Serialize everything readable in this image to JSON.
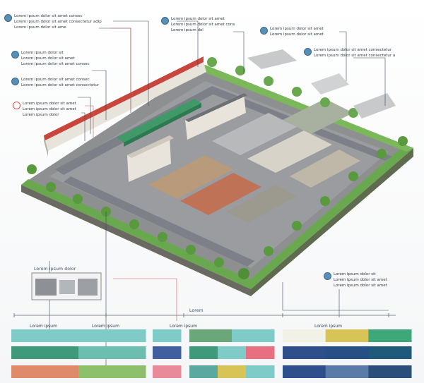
{
  "colors": {
    "ground": "#8e8f90",
    "grass": "#6aa84f",
    "roof_red": "#c8463c",
    "roof_green": "#3f9a68",
    "building_wall": "#e8e4dc",
    "road": "#7d8088",
    "accent_blue": "#5a8fb5"
  },
  "callouts": [
    {
      "id": "c1",
      "icon": "camera-icon",
      "lines": [
        "Lorem ipsum dolor sit amet consec",
        "Lorem ipsum dolor sit amet consectetur adip",
        "Lorem ipsum dolor sit ame"
      ]
    },
    {
      "id": "c2",
      "icon": "info-icon",
      "lines": [
        "Lorem ipsum dolor sit",
        "Lorem ipsum dolor sit amet",
        "Lorem ipsum dolor sit amet consec"
      ]
    },
    {
      "id": "c3",
      "icon": "info-icon",
      "lines": [
        "Lorem ipsum dolor sit amet consec",
        "Lorem ipsum dolor sit amet consectetur"
      ]
    },
    {
      "id": "c4",
      "icon": "info-icon",
      "lines": [
        "Lorem ipsum dolor sit amet",
        "Lorem ipsum dolor sit amet",
        "Lorem ipsum dolor"
      ]
    },
    {
      "id": "c5",
      "icon": "info-icon",
      "lines": [
        "Lorem ipsum dolor sit amet",
        "Lorem ipsum dolor sit amet cons",
        "Lorem ipsum dol"
      ]
    },
    {
      "id": "c6",
      "icon": "info-icon",
      "lines": [
        "Lorem ipsum dolor sit amet",
        "Lorem ipsum dolor sit amet"
      ]
    },
    {
      "id": "c7",
      "icon": "info-icon",
      "lines": [
        "Lorem ipsum dolor sit amet consectetur",
        "Lorem ipsum dolor sit amet consectetur a"
      ]
    },
    {
      "id": "c8",
      "icon": "info-icon",
      "lines": [
        "Lorem ipsum dolor sit",
        "Lorem ipsum dolor sit amet",
        "Lorem ipsum dolor sit amet"
      ]
    }
  ],
  "legend": {
    "inset_caption": "Lorem ipsum dolor",
    "axis_label": "Lorem",
    "groups": [
      {
        "label": "Lorem ipsum",
        "rows": [
          [
            "#7ecbc8",
            "#7ecbc8"
          ],
          [
            "#3e9a7a",
            "#6cbfae"
          ],
          [
            "#e08a6c",
            "#8cc06a"
          ]
        ]
      },
      {
        "label": "Lorem ipsum",
        "rows": [
          [
            "#7ecbc8"
          ],
          [
            "#3f5fa0"
          ],
          [
            "#e88a9a"
          ]
        ]
      },
      {
        "label": "Lorem ipsum",
        "rows": [
          [
            "#6aa87a",
            "#7ecbc8"
          ],
          [
            "#3e9a7a",
            "#7ecbc8",
            "#e86f7f"
          ],
          [
            "#5aa8a0",
            "#d8c456",
            "#7ecbc8"
          ]
        ]
      },
      {
        "label": "Lorem ipsum",
        "rows": [
          [
            "#f1f1e6",
            "#d8c456",
            "#3fa87a"
          ],
          [
            "#2f4e8c",
            "#254f86",
            "#1f5a7a"
          ],
          [
            "#2f4e8c",
            "#5a7aa8",
            "#2a4f7a"
          ]
        ]
      }
    ]
  }
}
